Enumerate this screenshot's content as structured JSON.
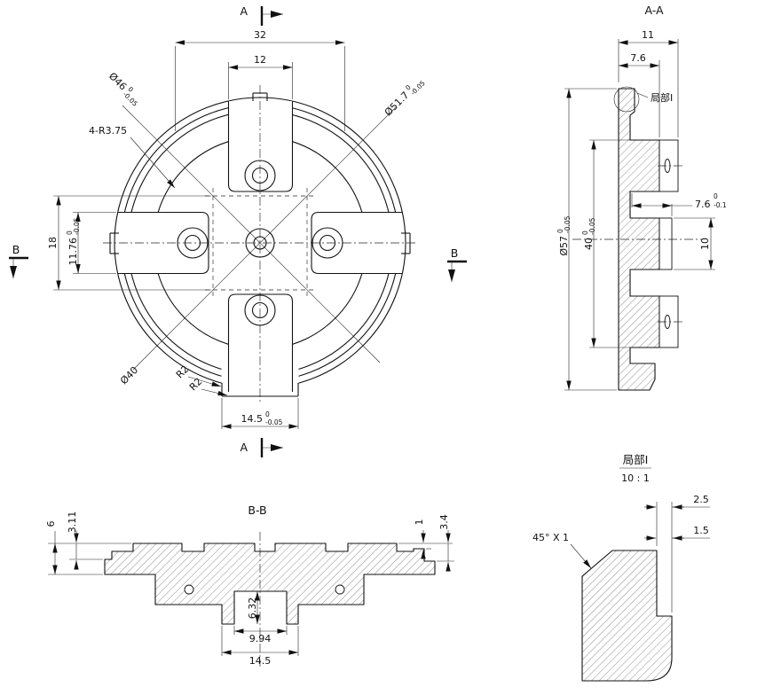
{
  "front": {
    "marker_a": "A",
    "marker_b": "B",
    "dim_width_outer": "32",
    "dim_width_slot": "12",
    "dia_46": "Ø46",
    "dia_46_tol_up": "0",
    "dia_46_tol_dn": "-0.05",
    "dia_517": "Ø51.7",
    "dia_517_tol_up": "0",
    "dia_517_tol_dn": "-0.05",
    "label_corner_radius": "4-R3.75",
    "dim_18": "18",
    "dim_1176": "11.76",
    "dim_1176_tol_up": "0",
    "dim_1176_tol_dn": "-0.05",
    "dia_40": "Ø40",
    "label_r2_outer": "R2",
    "label_r2_inner": "R2",
    "dim_tab": "14.5",
    "dim_tab_tol_up": "0",
    "dim_tab_tol_dn": "-0.05"
  },
  "section_aa": {
    "title": "A-A",
    "dim_total_width": "11",
    "dim_hub_width": "7.6",
    "detail_label": "局部I",
    "dia_57": "Ø57",
    "dia_57_tol_up": "0",
    "dia_57_tol_dn": "-0.05",
    "dim_40": "40",
    "dim_40_tol_up": "0",
    "dim_40_tol_dn": "-0.05",
    "dim_76": "7.6",
    "dim_76_tol_up": "0",
    "dim_76_tol_dn": "-0.1",
    "dim_10": "10"
  },
  "section_bb": {
    "title": "B-B",
    "dim_6": "6",
    "dim_311": "3.11",
    "dim_1": "1",
    "dim_34": "3.4",
    "dim_632": "6.32",
    "dim_994": "9.94",
    "dim_145": "14.5"
  },
  "detail": {
    "title": "局部I",
    "scale": "10 : 1",
    "dim_25": "2.5",
    "dim_15": "1.5",
    "chamfer_label": "45° X 1"
  }
}
